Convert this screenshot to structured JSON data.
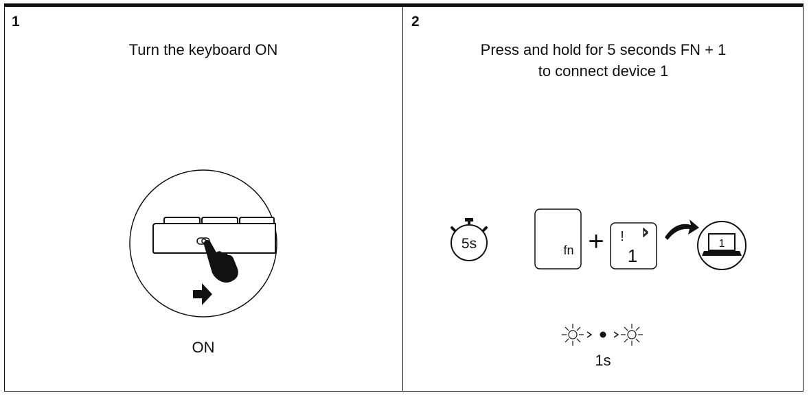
{
  "panels": [
    {
      "number": "1",
      "title": "Turn the keyboard ON",
      "caption": "ON"
    },
    {
      "number": "2",
      "title_line1": "Press and hold for 5 seconds FN + 1",
      "title_line2": "to connect device 1",
      "timer_label": "5s",
      "key_fn_label": "fn",
      "plus": "+",
      "key_one_symbol": "!",
      "key_one_label": "1",
      "device_label": "1",
      "blink_interval": "1s"
    }
  ],
  "icons": [
    "power-switch-icon",
    "hand-pointer-icon",
    "arrow-right-icon",
    "stopwatch-icon",
    "bluetooth-icon",
    "curved-arrow-icon",
    "laptop-icon",
    "led-blink-icon"
  ]
}
